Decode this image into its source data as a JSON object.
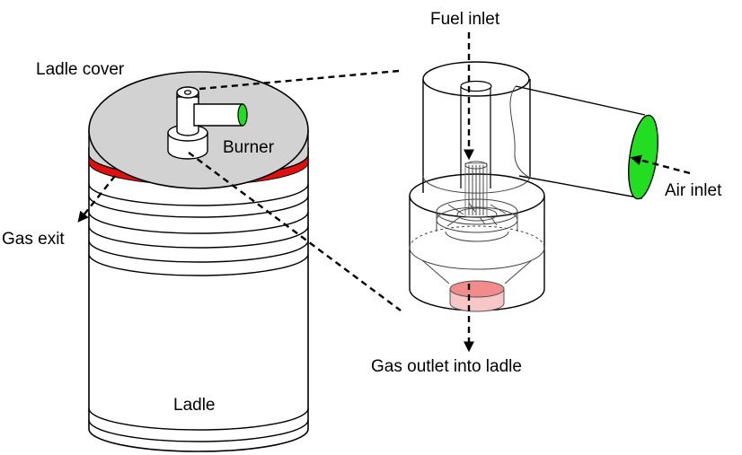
{
  "labels": {
    "ladle_cover": "Ladle cover",
    "burner": "Burner",
    "gas_exit": "Gas exit",
    "ladle": "Ladle",
    "fuel_inlet": "Fuel inlet",
    "air_inlet": "Air inlet",
    "gas_outlet": "Gas outlet into ladle"
  },
  "colors": {
    "cover": "#d2d2d2",
    "gas_exit_band": "#e01010",
    "air_inlet": "#22dd22",
    "burner_outlet": "#f28c8c",
    "line": "#000000",
    "background": "#ffffff"
  },
  "icons": {
    "arrow": "dashed-arrow-icon"
  }
}
